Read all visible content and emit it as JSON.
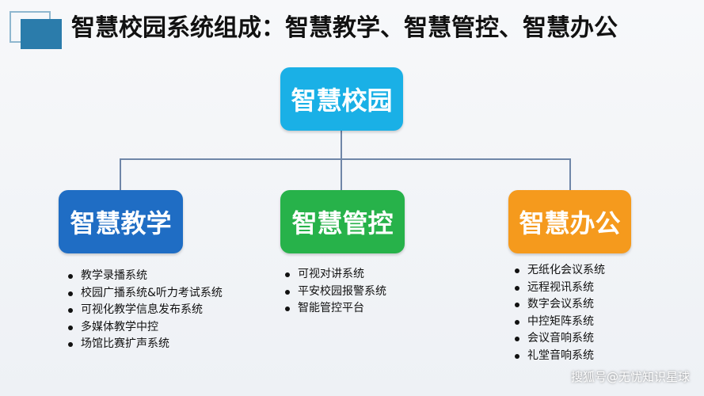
{
  "title": "智慧校园系统组成：智慧教学、智慧管控、智慧办公",
  "root": {
    "label": "智慧校园"
  },
  "branches": [
    {
      "label": "智慧教学",
      "color": "#1f6dc4",
      "items": [
        "教学录播系统",
        "校园广播系统&听力考试系统",
        "可视化教学信息发布系统",
        "多媒体教学中控",
        "场馆比赛扩声系统"
      ]
    },
    {
      "label": "智慧管控",
      "color": "#27b24a",
      "items": [
        "可视对讲系统",
        "平安校园报警系统",
        "智能管控平台"
      ]
    },
    {
      "label": "智慧办公",
      "color": "#f59a1d",
      "items": [
        "无纸化会议系统",
        "远程视讯系统",
        "数字会议系统",
        "中控矩阵系统",
        "会议音响系统",
        "礼堂音响系统"
      ]
    }
  ],
  "watermark": "搜狐号@无忧知识星球"
}
